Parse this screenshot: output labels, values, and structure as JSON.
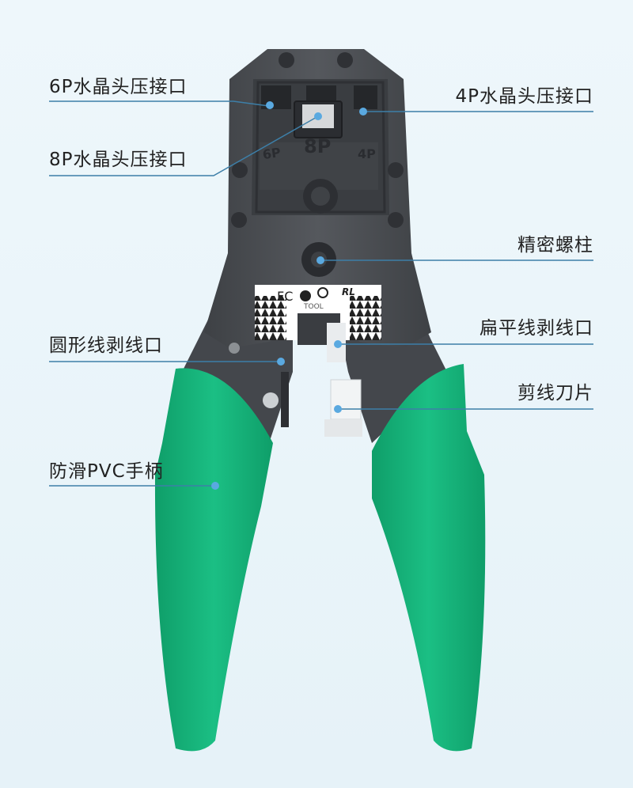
{
  "labels": {
    "port_6p": "6P水晶头压接口",
    "port_4p": "4P水晶头压接口",
    "port_8p": "8P水晶头压接口",
    "screw": "精密螺柱",
    "round_stripper": "圆形线剥线口",
    "flat_stripper": "扁平线剥线口",
    "cutter_blade": "剪线刀片",
    "handle": "防滑PVC手柄"
  },
  "tool_markings": {
    "slot_6p": "6P",
    "slot_8p": "8P",
    "slot_4p": "4P",
    "fc": "FC",
    "tool": "TOOL",
    "rl": "RL"
  },
  "colors": {
    "background": "#eaf5fa",
    "body": "#4a4d52",
    "handle": "#17b47c",
    "leader_line": "#3d7fa8",
    "dot": "#5aa9e0"
  }
}
